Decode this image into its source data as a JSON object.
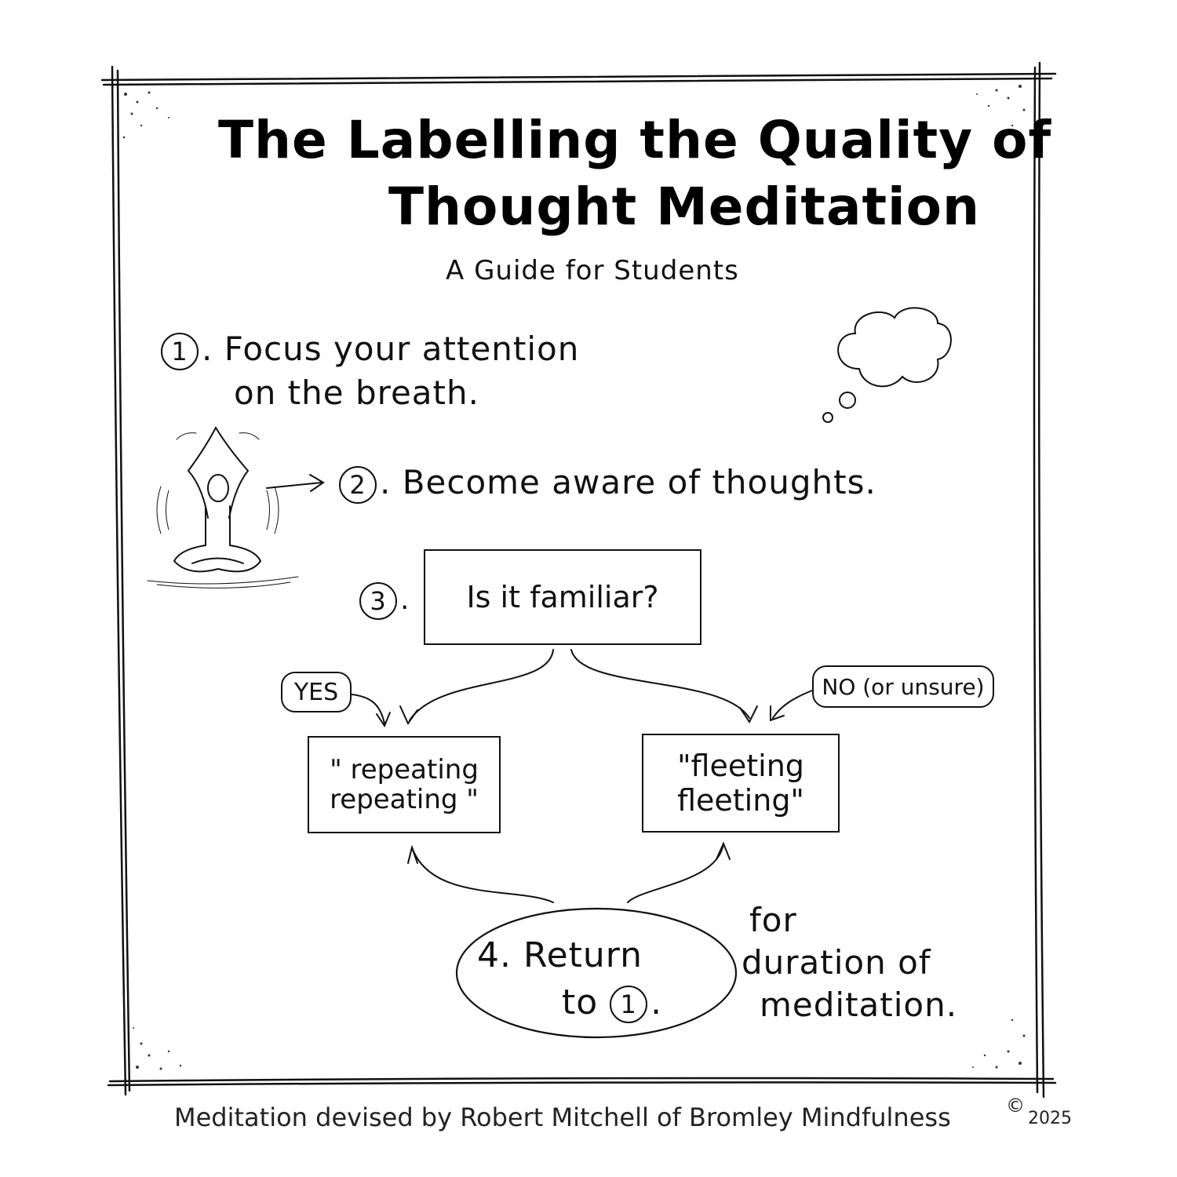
{
  "title": {
    "line1": "The Labelling the Quality of",
    "line2": "Thought Meditation",
    "subtitle": "A Guide for Students"
  },
  "steps": {
    "step1": {
      "number": "1",
      "line1": "Focus your attention",
      "line2": "on the breath."
    },
    "step2": {
      "number": "2",
      "text": "Become aware of thoughts."
    },
    "step3": {
      "number": "3",
      "question": "Is it familiar?"
    },
    "step4": {
      "line1": "4. Return",
      "line2": "to",
      "ref_number": "1"
    }
  },
  "branches": {
    "yes_label": "YES",
    "no_label": "NO (or unsure)",
    "yes_box": {
      "line1": "\" repeating",
      "line2": "repeating \""
    },
    "no_box": {
      "line1": "\"fleeting",
      "line2": "fleeting\""
    }
  },
  "duration_note": {
    "line1": "for",
    "line2": "duration of",
    "line3": "meditation."
  },
  "footer": {
    "credit": "Meditation devised by Robert Mitchell of Bromley Mindfulness",
    "copyright_symbol": "©",
    "year": "2025"
  }
}
